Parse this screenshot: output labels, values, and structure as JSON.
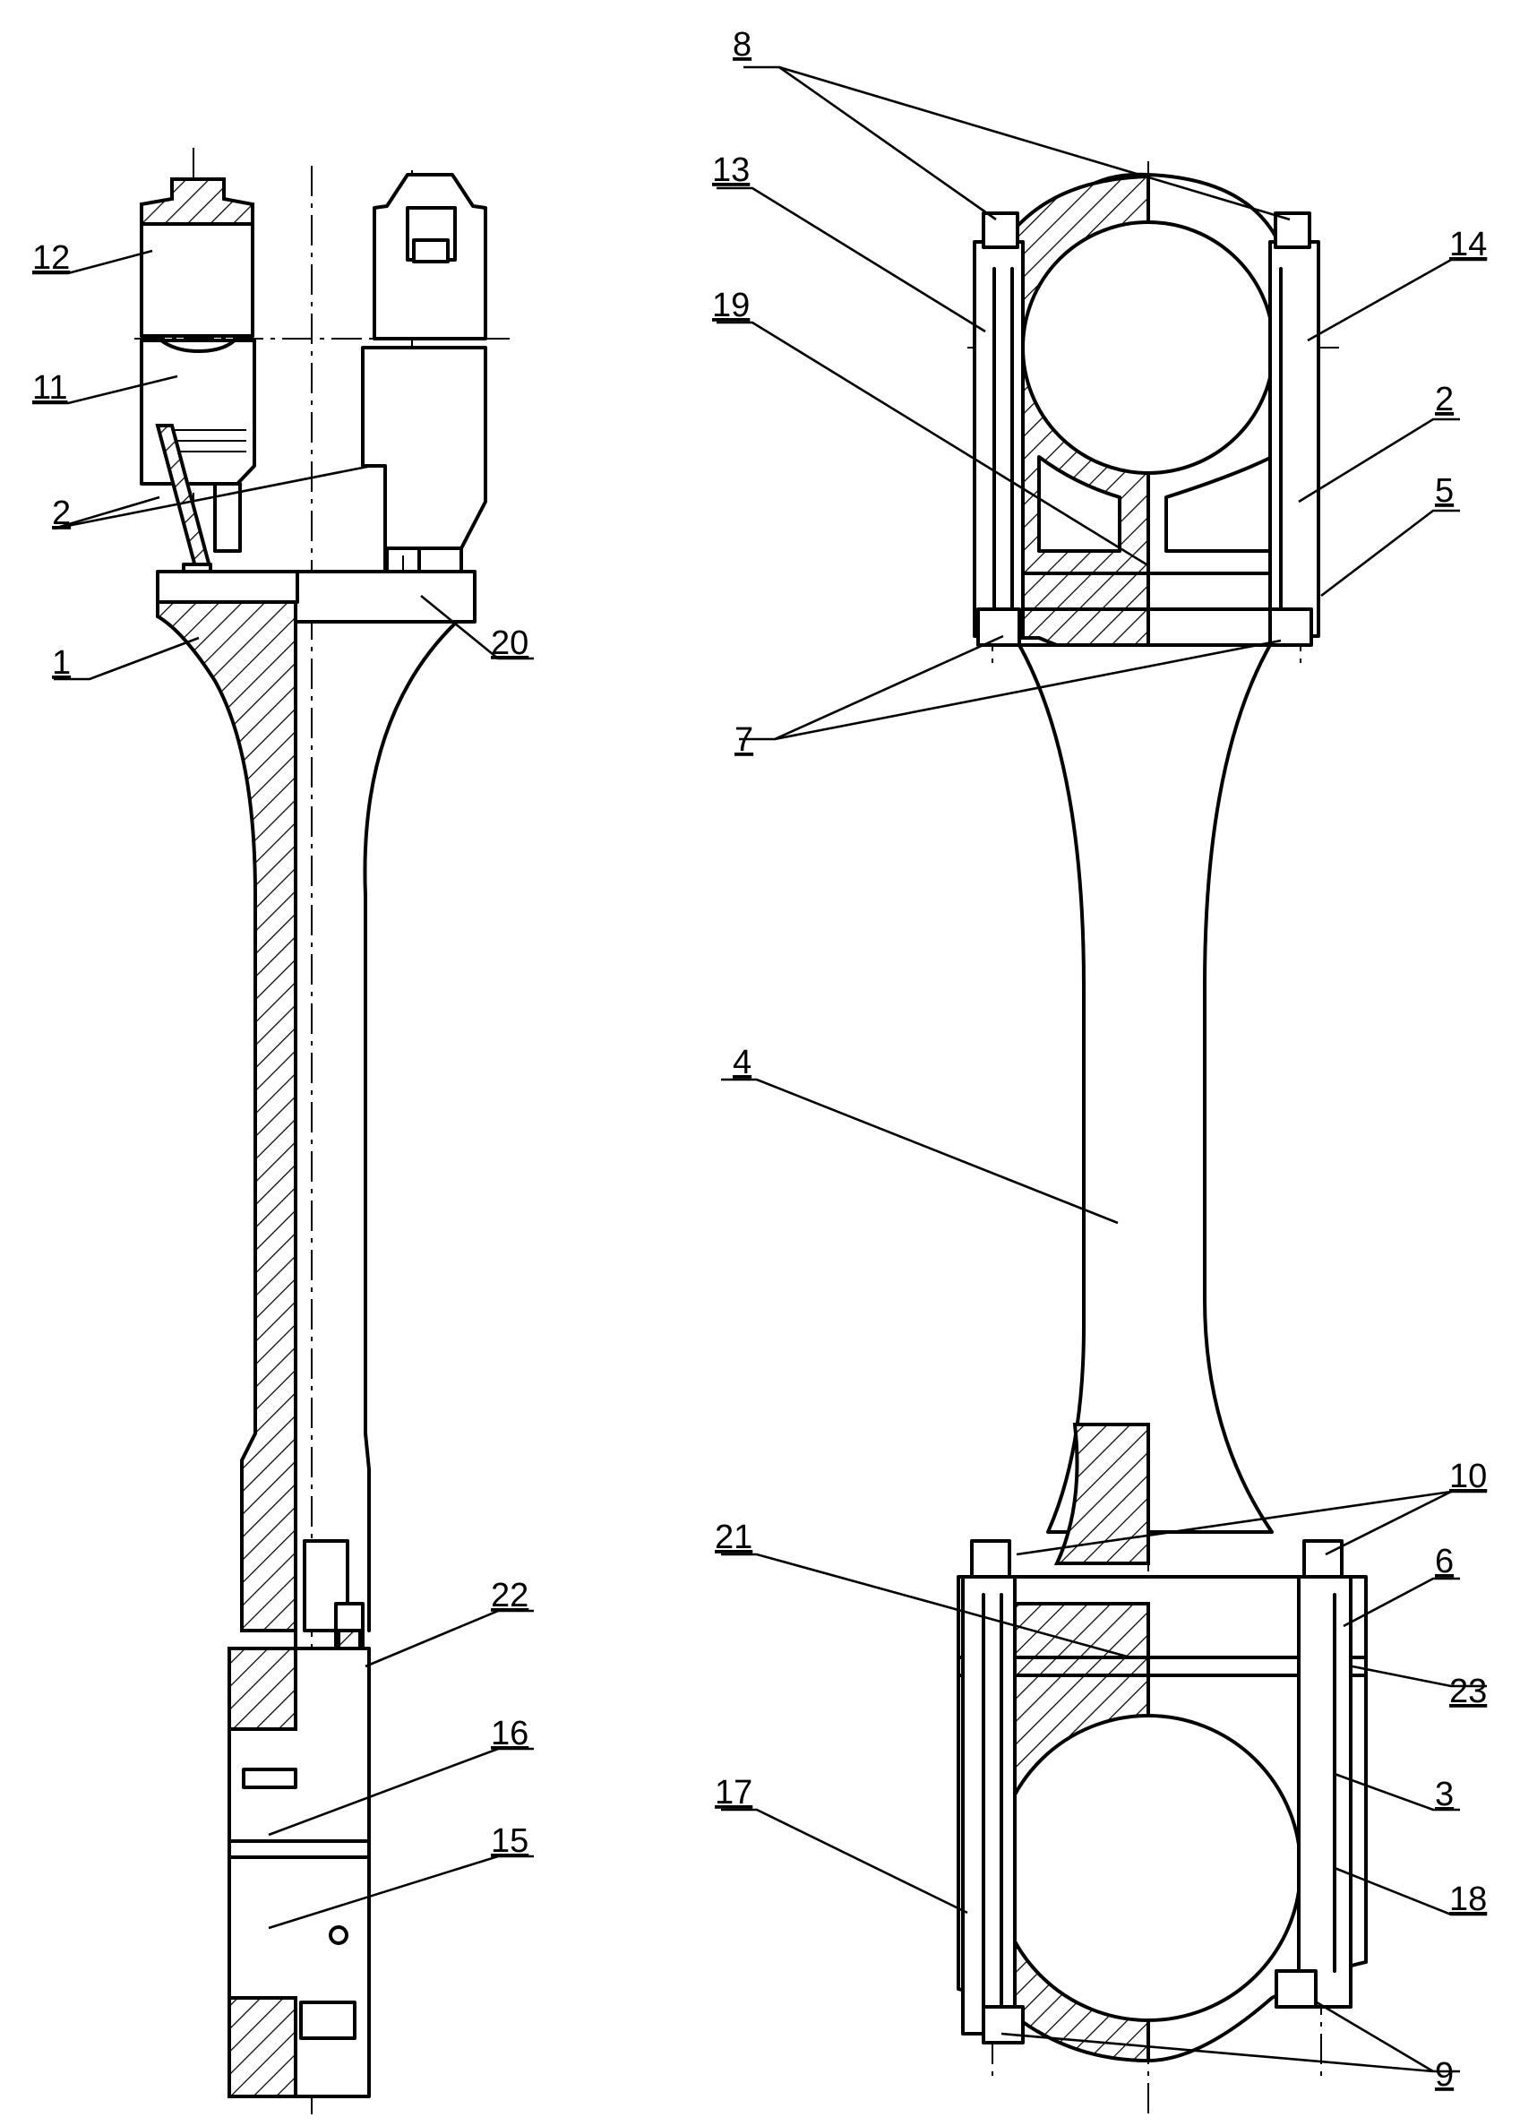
{
  "labels": {
    "l1": "1",
    "l2a": "2",
    "l2b": "2",
    "l3": "3",
    "l4": "4",
    "l5": "5",
    "l6": "6",
    "l7": "7",
    "l8": "8",
    "l9": "9",
    "l10": "10",
    "l11": "11",
    "l12": "12",
    "l13": "13",
    "l14": "14",
    "l15": "15",
    "l16": "16",
    "l17": "17",
    "l18": "18",
    "l19": "19",
    "l20": "20",
    "l21": "21",
    "l22": "22",
    "l23": "23"
  },
  "colors": {
    "line": "#000000",
    "background": "#ffffff"
  }
}
